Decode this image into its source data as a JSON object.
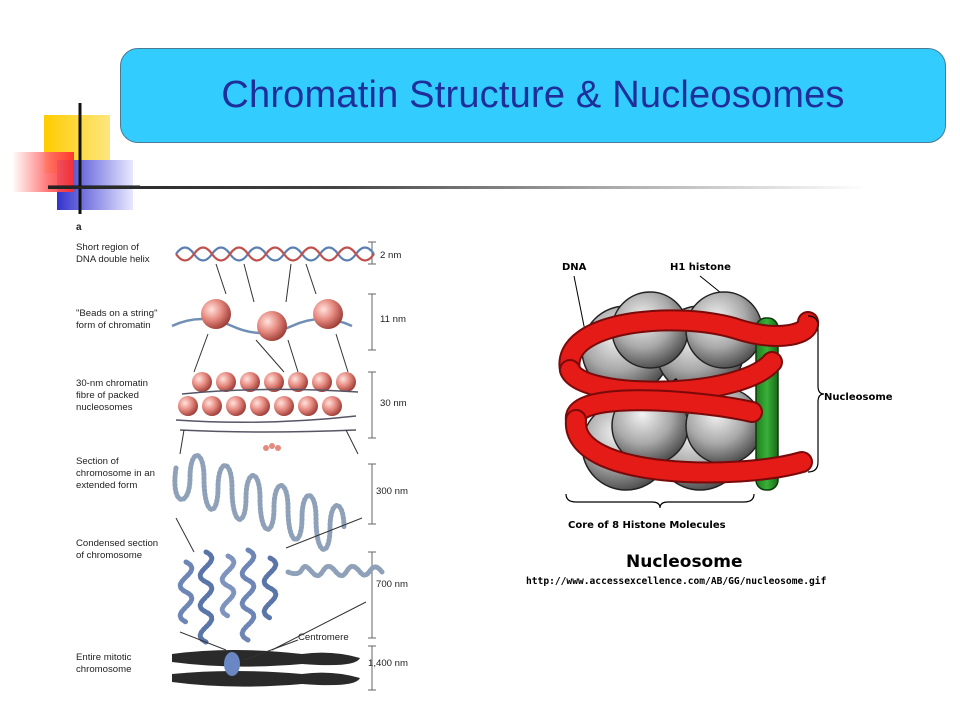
{
  "slide": {
    "title": "Chromatin Structure & Nucleosomes"
  },
  "left_figure": {
    "panel_letter": "a",
    "levels": [
      {
        "label_lines": [
          "Short region of",
          "DNA double helix"
        ],
        "scale": "2 nm"
      },
      {
        "label_lines": [
          "\"Beads on a string\"",
          "form of chromatin"
        ],
        "scale": "11 nm"
      },
      {
        "label_lines": [
          "30-nm chromatin",
          "fibre of packed",
          "nucleosomes"
        ],
        "scale": "30 nm"
      },
      {
        "label_lines": [
          "Section of",
          "chromosome in an",
          "extended form"
        ],
        "scale": "300 nm"
      },
      {
        "label_lines": [
          "Condensed section",
          "of chromosome"
        ],
        "scale": "700 nm"
      },
      {
        "label_lines": [
          "Entire mitotic",
          "chromosome"
        ],
        "scale": "1,400 nm"
      }
    ],
    "centromere_label": "Centromere"
  },
  "right_figure": {
    "dna_label": "DNA",
    "h1_label": "H1 histone",
    "nucleosome_label": "Nucleosome",
    "core_label": "Core of 8 Histone Molecules",
    "caption": "Nucleosome",
    "url": "http://www.accessexcellence.com/AB/GG/nucleosome.gif"
  },
  "colors": {
    "title_bg": "#33ccff",
    "title_text": "#1f2f9a",
    "dna_red": "#e41b17",
    "h1_green": "#2a9a2a"
  }
}
